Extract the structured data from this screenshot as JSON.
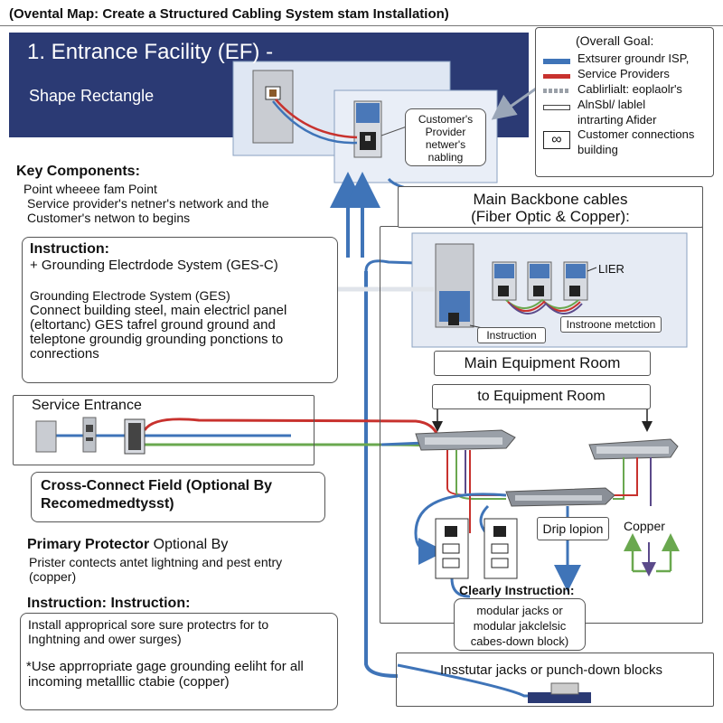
{
  "header": {
    "title": "(Ovental Map: Create a Structured Cabling System stam Installation)"
  },
  "entrance_facility": {
    "title": "1. Entrance Facility (EF) -",
    "subtitle": "Shape Rectangle",
    "callout": [
      "Customer's",
      "Provider",
      "netwer's",
      "nabling"
    ]
  },
  "legend": {
    "title": "(Overall Goal:",
    "items": [
      {
        "label": "Extsurer groundr ISP,",
        "color": "#3f74b8"
      },
      {
        "label": "Service Providers",
        "color": "#c8322e"
      },
      {
        "label": "Cablirlialt: eoplaolr's",
        "color": "#9aa0a8"
      },
      {
        "label": "AlnSbl/ lablel",
        "color": "#ffffff"
      },
      {
        "label": "intrarting Afider",
        "color": "#ffffff"
      },
      {
        "label": "Customer connections",
        "color": "#ffffff"
      },
      {
        "label": "building",
        "color": "#ffffff"
      }
    ]
  },
  "key_components": {
    "title": "Key Components:",
    "lines": [
      "Point wheeee fam Point",
      "Service provider's netner's network and the",
      "Customer's netwon to begins"
    ]
  },
  "instruction_1": {
    "title": "Instruction:",
    "line1": "+ Grounding Electrdode System (GES-C)",
    "lines": [
      "Grounding Electrode System (GES)",
      "Connect building steel,  main electricl panel",
      "(eltortanc) GES tafrel ground ground and",
      "teleptone groundig grounding ponctions to",
      "conrections"
    ]
  },
  "service_entrance": {
    "title": "Service Entrance"
  },
  "cross_connect": {
    "lines": [
      "Cross-Connect Field (Optional By",
      "Recomedmedtysst)"
    ]
  },
  "primary_protector": {
    "title_bold": "Primary Protector",
    "title_rest": " Optional By",
    "lines": [
      "Prister contects antet lightning and pest entry",
      "(copper)"
    ]
  },
  "instruction_2": {
    "title": "Instruction: Instruction:",
    "lines_a": [
      "Install approprical sore sure protectrs for to",
      "Inghtning and ower surges)"
    ],
    "lines_b": [
      "Use apprropriate gage grounding eeliht for all",
      "incoming metalllic ctabie (copper)"
    ]
  },
  "backbone": {
    "lines": [
      "Main Backbone cables",
      "(Fiber Optic & Copper):"
    ],
    "lier": "LIER",
    "instruction": "Instruction",
    "interconnect": "Instroone metction"
  },
  "main_equipment_room": "Main Equipment Room",
  "to_equipment_room": "to Equipment Room",
  "drip_lopion": "Drip lopion",
  "copper": "Copper",
  "clearly_instruction": {
    "title": "Clearly Instruction:",
    "lines": [
      "modular jacks or",
      "modular jakclelsic",
      "cabes-down block)"
    ]
  },
  "bottom_box": "Insstutar jacks or punch-down blocks",
  "colors": {
    "navy": "#2b3a74",
    "blue_cable": "#3f74b8",
    "red_cable": "#c8322e",
    "green_cable": "#6aa84f",
    "purple_cable": "#5b4a8a"
  }
}
